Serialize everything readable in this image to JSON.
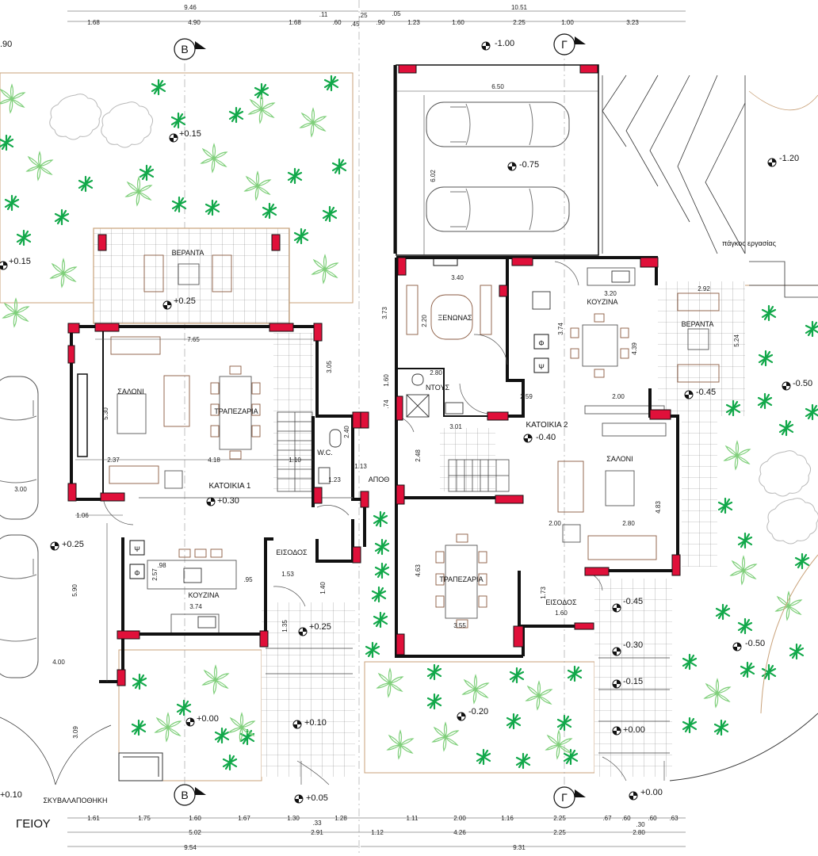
{
  "colors": {
    "wall": "#111111",
    "column": "#e0103a",
    "terrace": "#c9a27a",
    "grid": "#8a8a8a",
    "plant_dark": "#12a84a",
    "plant_light": "#7fcf7a",
    "dim_line": "#444444"
  },
  "dims_top_total": {
    "left": "9.46",
    "right": "10.51"
  },
  "dims_top_parts": [
    "1.68",
    "4.90",
    "1.68",
    ".60",
    ".25",
    ".45",
    ".90",
    ".05",
    "1.23",
    "1.60",
    "2.25",
    "1.00",
    "3.23",
    ".11"
  ],
  "dims_bottom_parts": [
    "1.61",
    "1.75",
    "1.60",
    "1.67",
    "1.30",
    "1.28",
    ".33",
    "1.11",
    "2.00",
    "1.16",
    "2.25",
    ".67",
    ".60",
    ".60",
    ".63",
    ".30"
  ],
  "dims_bottom_mid": [
    "5.02",
    "2.91",
    "1.12",
    "4.26",
    "2.25",
    "2.80"
  ],
  "dims_bottom_total": {
    "left": "9.54",
    "right": "9.31"
  },
  "axes": {
    "b_top": "B",
    "g_top": "Γ",
    "b_bottom": "B",
    "g_bottom": "Γ"
  },
  "levels": {
    "top_left_cut": ".90",
    "garden_nw": "+0.15",
    "garden_w": "+0.15",
    "veranda1": "+0.25",
    "house1": "+0.30",
    "parking_left": "+0.25",
    "entry1": "+0.25",
    "garden_sw": "+0.00",
    "path1": "+0.10",
    "bin": "+0.10",
    "bottom_mid": "+0.05",
    "drive_top": "-1.00",
    "carport": "-0.75",
    "ramp": "-1.20",
    "veranda2": "-0.45",
    "garden_e": "-0.50",
    "house2": "-0.40",
    "step1": "-0.45",
    "step2": "-0.30",
    "step3": "-0.15",
    "step4": "+0.00",
    "garden_se": "-0.50",
    "garden_s2": "-0.20",
    "bottom_right": "+0.00"
  },
  "rooms": {
    "veranda1": "ΒΕΡΑΝΤΑ",
    "saloni1": "ΣΑΛΟΝΙ",
    "trapezaria1": "ΤΡΑΠΕΖΑΡΙΑ",
    "katoikia1": "ΚΑΤΟΙΚΙΑ 1",
    "wc": "W.C.",
    "apoth": "ΑΠΟΘ",
    "eisodos1": "ΕΙΣΟΔΟΣ",
    "kouzina1": "ΚΟΥΖΙΝΑ",
    "xenonas": "ΞΕΝΩΝΑΣ",
    "ntous": "ΝΤΟΥΣ",
    "kouzina2": "ΚΟΥΖΙΝΑ",
    "veranda2": "ΒΕΡΑΝΤΑ",
    "katoikia2": "ΚΑΤΟΙΚΙΑ 2",
    "saloni2": "ΣΑΛΟΝΙ",
    "trapezaria2": "ΤΡΑΠΕΖΑΡΙΑ",
    "eisodos2": "ΕΙΣΟΔΟΣ",
    "skyvalapothiki": "ΣΚΥΒΑΛΑΠΟΘΗΚΗ",
    "pagkos": "πάγκος εργασίας",
    "plan_title_fragment": "ΓΕΙΟΥ"
  },
  "interior_dims": {
    "carport_w": "6.50",
    "carport_d": "6.02",
    "veranda1_w": "7.65",
    "saloni1_h": "5.30",
    "h1_237": "2.37",
    "h1_418": "4.18",
    "h1_110": "1.10",
    "h1_300": "3.00",
    "h1_106": "1.06",
    "h1_305": "3.05",
    "wc_240": "2.40",
    "wc_123": "1.23",
    "apoth_113": "1.13",
    "k1_98": ".98",
    "k1_257": "2.57",
    "k1_95": ".95",
    "k1_153": "1.53",
    "k1_374": "3.74",
    "k1_140": "1.40",
    "h1_590": "5.90",
    "h1_400": "4.00",
    "h1_309": "3.09",
    "h1_135": "1.35",
    "x_340": "3.40",
    "x_220": "2.20",
    "x_373": "3.73",
    "x_280": "2.80",
    "x_160": "1.60",
    "x_74": ".74",
    "k2_320": "3.20",
    "k2_374": "3.74",
    "k2_439": "4.39",
    "v2_292": "2.92",
    "v2_524": "5.24",
    "h2_259": "2.59",
    "h2_200": "2.00",
    "h2_301": "3.01",
    "h2_248": "2.48",
    "h2_483": "4.83",
    "h2_200b": "2.00",
    "h2_280": "2.80",
    "t2_463": "4.63",
    "t2_355": "3.55",
    "e2_173": "1.73",
    "e2_160": "1.60"
  },
  "symbols": {
    "psi": "Ψ",
    "phi": "Φ"
  }
}
